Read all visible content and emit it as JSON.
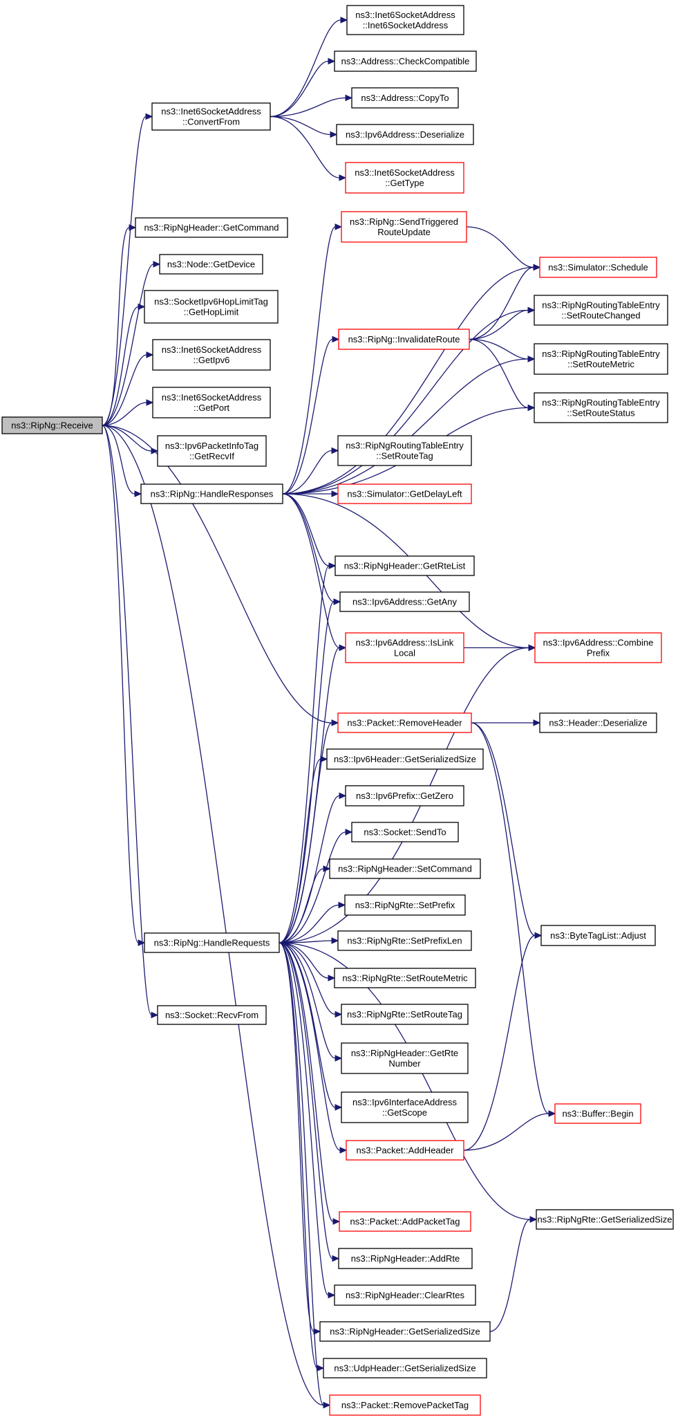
{
  "colors": {
    "edge": "#191970",
    "border": "#000000",
    "truncated_border": "#ff0000",
    "root_fill": "#bfbfbf",
    "background": "#ffffff"
  },
  "nodes": [
    {
      "id": "receive",
      "lines": [
        "ns3::RipNg::Receive"
      ],
      "style": "root"
    },
    {
      "id": "convertfrom",
      "lines": [
        "ns3::Inet6SocketAddress",
        "::ConvertFrom"
      ],
      "style": "normal"
    },
    {
      "id": "getcommand",
      "lines": [
        "ns3::RipNgHeader::GetCommand"
      ],
      "style": "normal"
    },
    {
      "id": "getdevice",
      "lines": [
        "ns3::Node::GetDevice"
      ],
      "style": "normal"
    },
    {
      "id": "gethoplimit",
      "lines": [
        "ns3::SocketIpv6HopLimitTag",
        "::GetHopLimit"
      ],
      "style": "normal"
    },
    {
      "id": "getipv6",
      "lines": [
        "ns3::Inet6SocketAddress",
        "::GetIpv6"
      ],
      "style": "normal"
    },
    {
      "id": "getport",
      "lines": [
        "ns3::Inet6SocketAddress",
        "::GetPort"
      ],
      "style": "normal"
    },
    {
      "id": "getrecvif",
      "lines": [
        "ns3::Ipv6PacketInfoTag",
        "::GetRecvIf"
      ],
      "style": "normal"
    },
    {
      "id": "handleresponses",
      "lines": [
        "ns3::RipNg::HandleResponses"
      ],
      "style": "normal"
    },
    {
      "id": "handlerequests",
      "lines": [
        "ns3::RipNg::HandleRequests"
      ],
      "style": "normal"
    },
    {
      "id": "recvfrom",
      "lines": [
        "ns3::Socket::RecvFrom"
      ],
      "style": "normal"
    },
    {
      "id": "inet6ctor",
      "lines": [
        "ns3::Inet6SocketAddress",
        "::Inet6SocketAddress"
      ],
      "style": "normal"
    },
    {
      "id": "checkcompatible",
      "lines": [
        "ns3::Address::CheckCompatible"
      ],
      "style": "normal"
    },
    {
      "id": "copyto",
      "lines": [
        "ns3::Address::CopyTo"
      ],
      "style": "normal"
    },
    {
      "id": "ipv6deserialize",
      "lines": [
        "ns3::Ipv6Address::Deserialize"
      ],
      "style": "normal"
    },
    {
      "id": "gettype",
      "lines": [
        "ns3::Inet6SocketAddress",
        "::GetType"
      ],
      "style": "red"
    },
    {
      "id": "sendtriggered",
      "lines": [
        "ns3::RipNg::SendTriggered",
        "RouteUpdate"
      ],
      "style": "red"
    },
    {
      "id": "schedule",
      "lines": [
        "ns3::Simulator::Schedule"
      ],
      "style": "red"
    },
    {
      "id": "setroutechanged",
      "lines": [
        "ns3::RipNgRoutingTableEntry",
        "::SetRouteChanged"
      ],
      "style": "normal"
    },
    {
      "id": "invalidateroute",
      "lines": [
        "ns3::RipNg::InvalidateRoute"
      ],
      "style": "red"
    },
    {
      "id": "setroutemetric_e",
      "lines": [
        "ns3::RipNgRoutingTableEntry",
        "::SetRouteMetric"
      ],
      "style": "normal"
    },
    {
      "id": "setroutestatus",
      "lines": [
        "ns3::RipNgRoutingTableEntry",
        "::SetRouteStatus"
      ],
      "style": "normal"
    },
    {
      "id": "setroutetag_e",
      "lines": [
        "ns3::RipNgRoutingTableEntry",
        "::SetRouteTag"
      ],
      "style": "normal"
    },
    {
      "id": "getdelayleft",
      "lines": [
        "ns3::Simulator::GetDelayLeft"
      ],
      "style": "red"
    },
    {
      "id": "getrtelist",
      "lines": [
        "ns3::RipNgHeader::GetRteList"
      ],
      "style": "normal"
    },
    {
      "id": "getany",
      "lines": [
        "ns3::Ipv6Address::GetAny"
      ],
      "style": "normal"
    },
    {
      "id": "islinklocal",
      "lines": [
        "ns3::Ipv6Address::IsLink",
        "Local"
      ],
      "style": "red"
    },
    {
      "id": "combineprefix",
      "lines": [
        "ns3::Ipv6Address::Combine",
        "Prefix"
      ],
      "style": "red"
    },
    {
      "id": "removeheader",
      "lines": [
        "ns3::Packet::RemoveHeader"
      ],
      "style": "red"
    },
    {
      "id": "headerdeserialize",
      "lines": [
        "ns3::Header::Deserialize"
      ],
      "style": "normal"
    },
    {
      "id": "ipv6headersize",
      "lines": [
        "ns3::Ipv6Header::GetSerializedSize"
      ],
      "style": "normal"
    },
    {
      "id": "getzero",
      "lines": [
        "ns3::Ipv6Prefix::GetZero"
      ],
      "style": "normal"
    },
    {
      "id": "sendto",
      "lines": [
        "ns3::Socket::SendTo"
      ],
      "style": "normal"
    },
    {
      "id": "setcommand",
      "lines": [
        "ns3::RipNgHeader::SetCommand"
      ],
      "style": "normal"
    },
    {
      "id": "setprefix",
      "lines": [
        "ns3::RipNgRte::SetPrefix"
      ],
      "style": "normal"
    },
    {
      "id": "setprefixlen",
      "lines": [
        "ns3::RipNgRte::SetPrefixLen"
      ],
      "style": "normal"
    },
    {
      "id": "adjust",
      "lines": [
        "ns3::ByteTagList::Adjust"
      ],
      "style": "normal"
    },
    {
      "id": "rte_setroutemetric",
      "lines": [
        "ns3::RipNgRte::SetRouteMetric"
      ],
      "style": "normal"
    },
    {
      "id": "rte_setroutetag",
      "lines": [
        "ns3::RipNgRte::SetRouteTag"
      ],
      "style": "normal"
    },
    {
      "id": "getrtenumber",
      "lines": [
        "ns3::RipNgHeader::GetRte",
        "Number"
      ],
      "style": "normal"
    },
    {
      "id": "getscope",
      "lines": [
        "ns3::Ipv6InterfaceAddress",
        "::GetScope"
      ],
      "style": "normal"
    },
    {
      "id": "bufferbegin",
      "lines": [
        "ns3::Buffer::Begin"
      ],
      "style": "red"
    },
    {
      "id": "addheader",
      "lines": [
        "ns3::Packet::AddHeader"
      ],
      "style": "red"
    },
    {
      "id": "rte_getserializedsize",
      "lines": [
        "ns3::RipNgRte::GetSerializedSize"
      ],
      "style": "normal"
    },
    {
      "id": "addpackettag",
      "lines": [
        "ns3::Packet::AddPacketTag"
      ],
      "style": "red"
    },
    {
      "id": "addrte",
      "lines": [
        "ns3::RipNgHeader::AddRte"
      ],
      "style": "normal"
    },
    {
      "id": "clearrtes",
      "lines": [
        "ns3::RipNgHeader::ClearRtes"
      ],
      "style": "normal"
    },
    {
      "id": "hdr_getserializedsize",
      "lines": [
        "ns3::RipNgHeader::GetSerializedSize"
      ],
      "style": "normal"
    },
    {
      "id": "udp_getserializedsize",
      "lines": [
        "ns3::UdpHeader::GetSerializedSize"
      ],
      "style": "normal"
    },
    {
      "id": "removepackettag",
      "lines": [
        "ns3::Packet::RemovePacketTag"
      ],
      "style": "red"
    }
  ],
  "edges": [
    [
      "receive",
      "convertfrom"
    ],
    [
      "receive",
      "getcommand"
    ],
    [
      "receive",
      "getdevice"
    ],
    [
      "receive",
      "gethoplimit"
    ],
    [
      "receive",
      "getipv6"
    ],
    [
      "receive",
      "getport"
    ],
    [
      "receive",
      "getrecvif"
    ],
    [
      "receive",
      "handleresponses"
    ],
    [
      "receive",
      "removeheader"
    ],
    [
      "receive",
      "handlerequests"
    ],
    [
      "receive",
      "recvfrom"
    ],
    [
      "receive",
      "removepackettag"
    ],
    [
      "convertfrom",
      "inet6ctor"
    ],
    [
      "convertfrom",
      "checkcompatible"
    ],
    [
      "convertfrom",
      "copyto"
    ],
    [
      "convertfrom",
      "ipv6deserialize"
    ],
    [
      "convertfrom",
      "gettype"
    ],
    [
      "handleresponses",
      "sendtriggered"
    ],
    [
      "handleresponses",
      "schedule"
    ],
    [
      "handleresponses",
      "setroutechanged"
    ],
    [
      "handleresponses",
      "invalidateroute"
    ],
    [
      "handleresponses",
      "setroutemetric_e"
    ],
    [
      "handleresponses",
      "setroutestatus"
    ],
    [
      "handleresponses",
      "setroutetag_e"
    ],
    [
      "handleresponses",
      "getdelayleft"
    ],
    [
      "handleresponses",
      "getrtelist"
    ],
    [
      "handleresponses",
      "getany"
    ],
    [
      "handleresponses",
      "islinklocal"
    ],
    [
      "handleresponses",
      "combineprefix"
    ],
    [
      "sendtriggered",
      "schedule"
    ],
    [
      "invalidateroute",
      "schedule"
    ],
    [
      "invalidateroute",
      "setroutechanged"
    ],
    [
      "invalidateroute",
      "setroutemetric_e"
    ],
    [
      "invalidateroute",
      "setroutestatus"
    ],
    [
      "islinklocal",
      "combineprefix"
    ],
    [
      "removeheader",
      "headerdeserialize"
    ],
    [
      "removeheader",
      "adjust"
    ],
    [
      "removeheader",
      "bufferbegin"
    ],
    [
      "addheader",
      "adjust"
    ],
    [
      "addheader",
      "bufferbegin"
    ],
    [
      "hdr_getserializedsize",
      "rte_getserializedsize"
    ],
    [
      "handlerequests",
      "getrtelist"
    ],
    [
      "handlerequests",
      "getany"
    ],
    [
      "handlerequests",
      "islinklocal"
    ],
    [
      "handlerequests",
      "combineprefix"
    ],
    [
      "handlerequests",
      "removeheader"
    ],
    [
      "handlerequests",
      "ipv6headersize"
    ],
    [
      "handlerequests",
      "getzero"
    ],
    [
      "handlerequests",
      "sendto"
    ],
    [
      "handlerequests",
      "setcommand"
    ],
    [
      "handlerequests",
      "setprefix"
    ],
    [
      "handlerequests",
      "setprefixlen"
    ],
    [
      "handlerequests",
      "rte_setroutemetric"
    ],
    [
      "handlerequests",
      "rte_setroutetag"
    ],
    [
      "handlerequests",
      "getrtenumber"
    ],
    [
      "handlerequests",
      "getscope"
    ],
    [
      "handlerequests",
      "addheader"
    ],
    [
      "handlerequests",
      "rte_getserializedsize"
    ],
    [
      "handlerequests",
      "addpackettag"
    ],
    [
      "handlerequests",
      "addrte"
    ],
    [
      "handlerequests",
      "clearrtes"
    ],
    [
      "handlerequests",
      "hdr_getserializedsize"
    ],
    [
      "handlerequests",
      "udp_getserializedsize"
    ],
    [
      "handlerequests",
      "removepackettag"
    ]
  ]
}
